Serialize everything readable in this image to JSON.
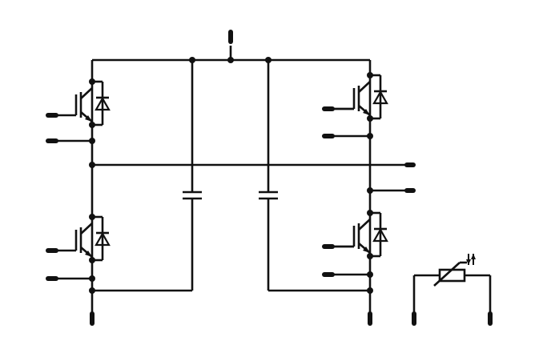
{
  "schematic": {
    "stroke_color": "#111111",
    "background": "#ffffff",
    "components": {
      "igbt_modules": [
        "upper-left",
        "lower-left",
        "upper-right",
        "lower-right"
      ],
      "capacitors": [
        "capacitor-left",
        "capacitor-right"
      ],
      "thermistor": [
        "ntc-thermistor"
      ]
    }
  }
}
